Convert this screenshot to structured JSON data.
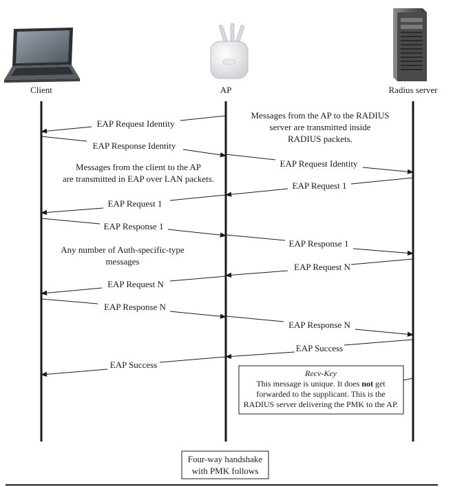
{
  "participants": {
    "client": "Client",
    "ap": "AP",
    "radius": "Radius server"
  },
  "messages": [
    {
      "label": "EAP Request Identity",
      "from": "ap",
      "to": "client"
    },
    {
      "label": "EAP Response Identity",
      "from": "client",
      "to": "ap"
    },
    {
      "label": "EAP Request Identity",
      "from": "ap",
      "to": "radius"
    },
    {
      "label": "EAP Request 1",
      "from": "radius",
      "to": "ap"
    },
    {
      "label": "EAP Request 1",
      "from": "ap",
      "to": "client"
    },
    {
      "label": "EAP Response 1",
      "from": "client",
      "to": "ap"
    },
    {
      "label": "EAP Response 1",
      "from": "ap",
      "to": "radius"
    },
    {
      "label": "EAP Request N",
      "from": "radius",
      "to": "ap"
    },
    {
      "label": "EAP Request N",
      "from": "ap",
      "to": "client"
    },
    {
      "label": "EAP Response N",
      "from": "client",
      "to": "ap"
    },
    {
      "label": "EAP Response N",
      "from": "ap",
      "to": "radius"
    },
    {
      "label": "EAP Success",
      "from": "radius",
      "to": "ap"
    },
    {
      "label": "EAP Success",
      "from": "ap",
      "to": "client"
    }
  ],
  "notes": {
    "radius_note": [
      "Messages from the AP to the RADIUS",
      "server are transmitted inside",
      "RADIUS packets."
    ],
    "client_note": [
      "Messages from the client to the AP",
      "are transmitted in EAP over LAN packets."
    ],
    "auth_note": [
      "Any number of Auth-specific-type",
      "messages"
    ],
    "recv_key": {
      "title": "Recv-Key",
      "line1_pre": "This message is unique. It does ",
      "line1_bold": "not",
      "line1_post": " get",
      "line2": "forwarded to the supplicant. This is the",
      "line3": "RADIUS server delivering the PMK to the AP."
    },
    "handshake": [
      "Four-way handshake",
      "with PMK follows"
    ]
  },
  "colors": {
    "line": "#1a1a1a",
    "background": "#ffffff"
  },
  "icons": {
    "client": "laptop-icon",
    "ap": "access-point-icon",
    "radius": "server-tower-icon"
  }
}
